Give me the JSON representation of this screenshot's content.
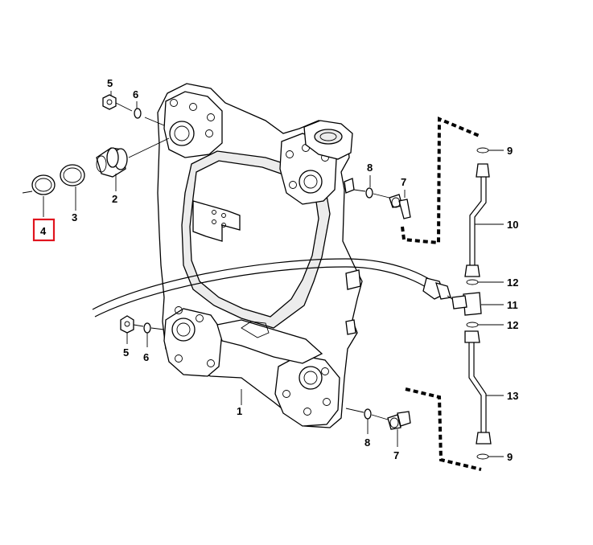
{
  "callouts": {
    "c1": "1",
    "c2": "2",
    "c3": "3",
    "c4": "4",
    "c5a": "5",
    "c5b": "5",
    "c6a": "6",
    "c6b": "6",
    "c7a": "7",
    "c7b": "7",
    "c8a": "8",
    "c8b": "8",
    "c9a": "9",
    "c9b": "9",
    "c10": "10",
    "c11": "11",
    "c12a": "12",
    "c12b": "12",
    "c13": "13"
  },
  "highlight": {
    "callout": "4",
    "color": "#e0141e"
  }
}
